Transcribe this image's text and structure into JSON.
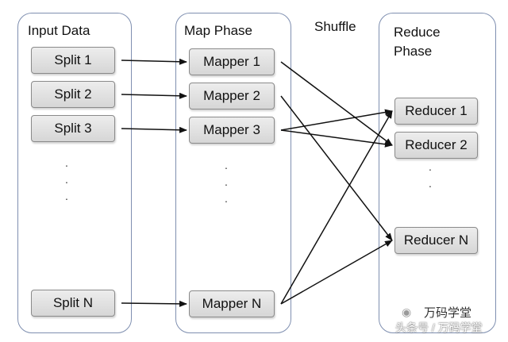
{
  "columns": {
    "input": {
      "title": "Input Data"
    },
    "map": {
      "title": "Map Phase"
    },
    "shuffle": {
      "title": "Shuffle"
    },
    "reduce": {
      "title": "Reduce\nPhase"
    }
  },
  "splits": [
    "Split 1",
    "Split 2",
    "Split 3",
    "Split N"
  ],
  "mappers": [
    "Mapper 1",
    "Mapper 2",
    "Mapper 3",
    "Mapper N"
  ],
  "reducers": [
    "Reducer 1",
    "Reducer 2",
    "Reducer N"
  ],
  "ellipsis": {
    "input": ".\n.\n.",
    "map": ".\n.\n.",
    "reduce": ".\n."
  },
  "edges": [
    [
      "split-1",
      "mapper-1"
    ],
    [
      "split-2",
      "mapper-2"
    ],
    [
      "split-3",
      "mapper-3"
    ],
    [
      "split-n",
      "mapper-n"
    ],
    [
      "mapper-1",
      "reducer-2"
    ],
    [
      "mapper-2",
      "reducer-n"
    ],
    [
      "mapper-3",
      "reducer-1"
    ],
    [
      "mapper-3",
      "reducer-2"
    ],
    [
      "mapper-n",
      "reducer-1"
    ],
    [
      "mapper-n",
      "reducer-n"
    ]
  ],
  "watermark": {
    "top": "万码学堂",
    "bottom": "头条号 / 万码学堂"
  },
  "colors": {
    "panel_border": "#7f8fb0",
    "node_fill": "#e2e2e2",
    "arrow": "#111111"
  }
}
